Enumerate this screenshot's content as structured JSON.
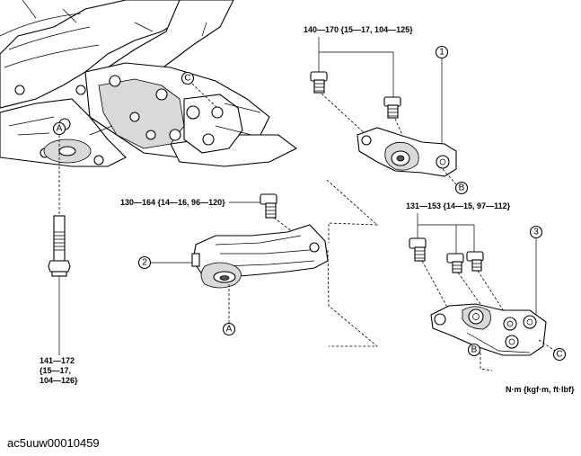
{
  "diagram": {
    "torque_labels": {
      "t1": "140—170 {15—17, 104—125}",
      "t2": "130—164 {14—16, 96—120}",
      "t3": "131—153 {14—15, 97—112}",
      "t4_line1": "141—172",
      "t4_line2": "{15—17,",
      "t4_line3": "104—126}"
    },
    "callouts": {
      "part1": "1",
      "part2": "2",
      "part3": "3",
      "a_top": "A",
      "a_bottom": "A",
      "b_top": "B",
      "b_bottom": "B",
      "c_top": "C",
      "c_bottom": "C"
    },
    "unit_note": "N·m {kgf·m, ft·lbf}",
    "image_code": "ac5uuw00010459"
  }
}
